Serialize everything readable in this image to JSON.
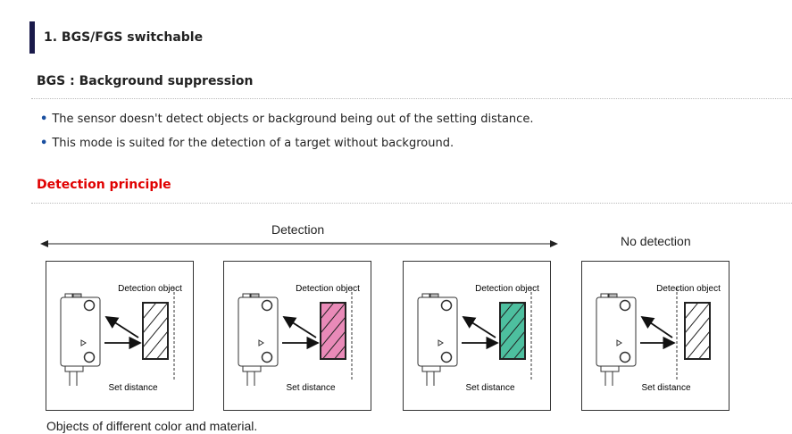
{
  "section_title": "1. BGS/FGS switchable",
  "subtitle": "BGS : Background suppression",
  "bullets": [
    "The sensor doesn't detect objects or background being out of the setting distance.",
    "This mode is suited for the detection of a target without background."
  ],
  "principle_title": "Detection principle",
  "detection_label": "Detection",
  "no_detection_label": "No detection",
  "panels": [
    {
      "object_label": "Detection object",
      "distance_label": "Set distance",
      "fill": "#ffffff",
      "detected": true
    },
    {
      "object_label": "Detection object",
      "distance_label": "Set distance",
      "fill": "#e98ab8",
      "detected": true
    },
    {
      "object_label": "Detection object",
      "distance_label": "Set distance",
      "fill": "#4dbf9f",
      "detected": true
    },
    {
      "object_label": "Detection object",
      "distance_label": "Set distance",
      "fill": "#ffffff",
      "detected": false
    }
  ],
  "caption": "Objects of different color and material."
}
